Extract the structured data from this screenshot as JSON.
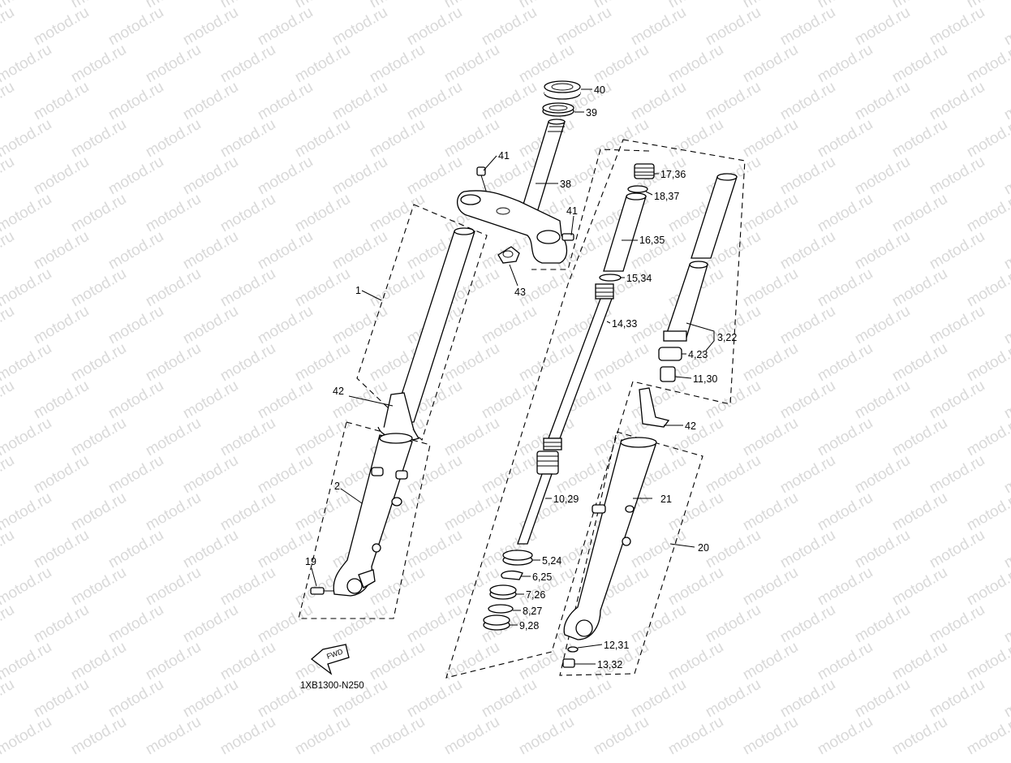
{
  "watermark": {
    "text": "motod.ru",
    "color": "#d9d9d9"
  },
  "diagram_code": "1XB1300-N250",
  "fwd_arrow": {
    "text": "FWD",
    "icon": "forward-arrow-icon"
  },
  "callouts": [
    {
      "id": "40",
      "label": "40"
    },
    {
      "id": "39",
      "label": "39"
    },
    {
      "id": "41a",
      "label": "41"
    },
    {
      "id": "38",
      "label": "38"
    },
    {
      "id": "41b",
      "label": "41"
    },
    {
      "id": "43",
      "label": "43"
    },
    {
      "id": "1",
      "label": "1"
    },
    {
      "id": "42a",
      "label": "42"
    },
    {
      "id": "2",
      "label": "2"
    },
    {
      "id": "19",
      "label": "19"
    },
    {
      "id": "17_36",
      "label": "17,36"
    },
    {
      "id": "18_37",
      "label": "18,37"
    },
    {
      "id": "16_35",
      "label": "16,35"
    },
    {
      "id": "15_34",
      "label": "15,34"
    },
    {
      "id": "14_33",
      "label": "14,33"
    },
    {
      "id": "3_22",
      "label": "3,22"
    },
    {
      "id": "4_23",
      "label": "4,23"
    },
    {
      "id": "11_30",
      "label": "11,30"
    },
    {
      "id": "42b",
      "label": "42"
    },
    {
      "id": "21",
      "label": "21"
    },
    {
      "id": "20",
      "label": "20"
    },
    {
      "id": "10_29",
      "label": "10,29"
    },
    {
      "id": "5_24",
      "label": "5,24"
    },
    {
      "id": "6_25",
      "label": "6,25"
    },
    {
      "id": "7_26",
      "label": "7,26"
    },
    {
      "id": "8_27",
      "label": "8,27"
    },
    {
      "id": "9_28",
      "label": "9,28"
    },
    {
      "id": "12_31",
      "label": "12,31"
    },
    {
      "id": "13_32",
      "label": "13,32"
    }
  ]
}
